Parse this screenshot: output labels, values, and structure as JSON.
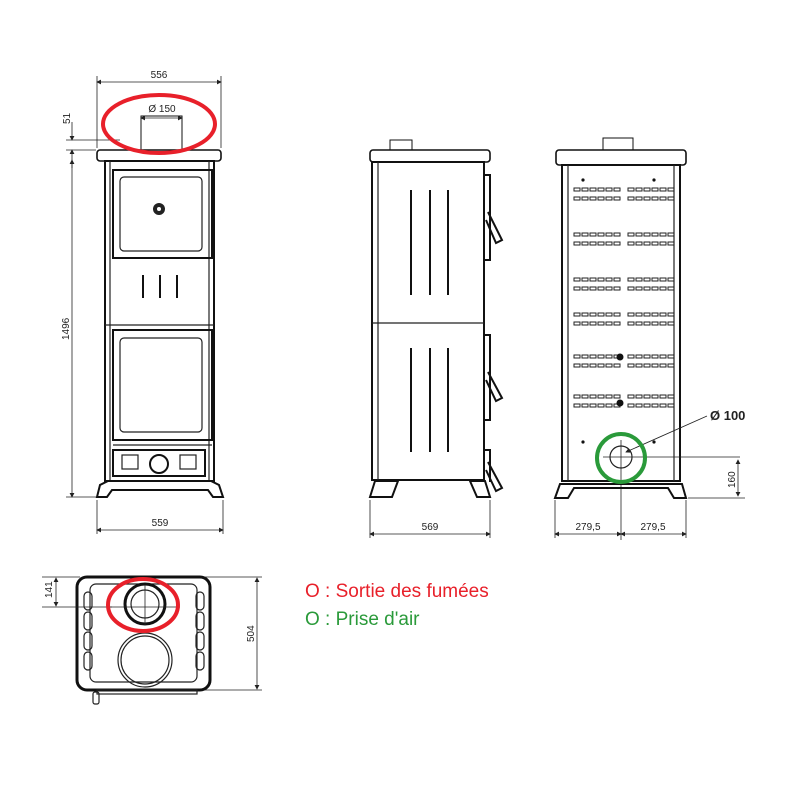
{
  "dimensions": {
    "front_width_top": "556",
    "flue_diameter": "Ø 150",
    "flue_height": "51",
    "total_height": "1496",
    "front_width_base": "559",
    "side_depth": "569",
    "back_half_left": "279,5",
    "back_half_right": "279,5",
    "air_intake_diameter": "Ø 100",
    "air_intake_height": "160",
    "top_flue_offset": "141",
    "top_depth": "504"
  },
  "legend": {
    "smoke_outlet": "O : Sortie des fumées",
    "air_intake": "O : Prise d'air"
  },
  "colors": {
    "smoke_outlet": "#e8202a",
    "air_intake": "#2a9a3a"
  }
}
